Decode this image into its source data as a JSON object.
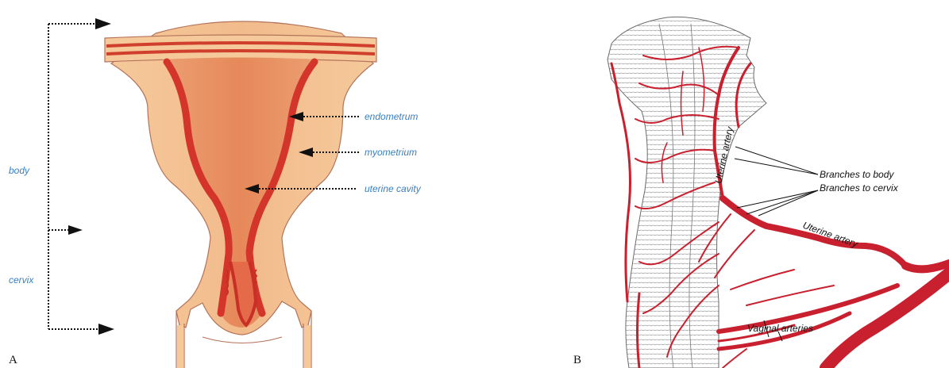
{
  "panel_a": {
    "letter": "A",
    "labels": {
      "body": "body",
      "cervix": "cervix",
      "endometrium": "endometrum",
      "myometrium": "myometrium",
      "uterine_cavity": "uterine cavity"
    }
  },
  "panel_b": {
    "letter": "B",
    "labels": {
      "uterine_artery_vertical": "Uterine artery",
      "branches_to_body": "Branches to body",
      "branches_to_cervix": "Branches to cervix",
      "uterine_artery_main": "Uterine artery",
      "vaginal_arteries": "Vaginal arteries"
    }
  },
  "colors": {
    "label_blue": "#3a7fc1",
    "tissue_light": "#f5c99a",
    "tissue_mid": "#e99a6c",
    "cavity_red": "#d9442f",
    "artery_red": "#c9202f",
    "sketch_grey": "#8a8a8a"
  }
}
